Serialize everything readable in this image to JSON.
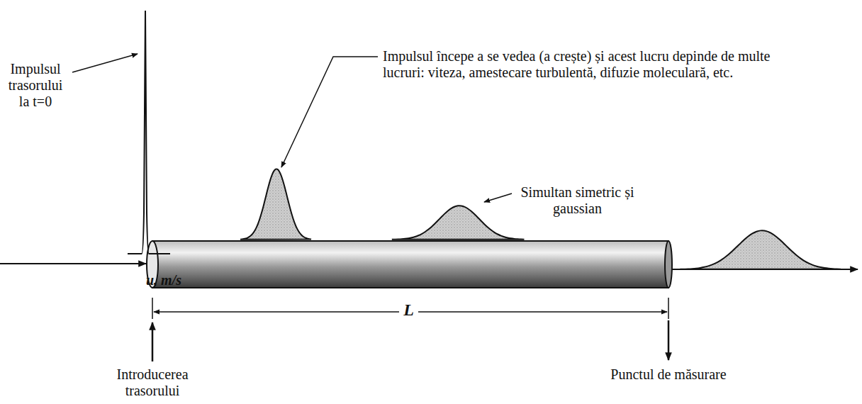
{
  "diagram": {
    "labels": [
      "Impulsul trasorului la t=0",
      "Impulsul începe a se vedea (a crește) și acest lucru depinde de multe lucruri: viteza, amestecare turbulentă, difuzie moleculară, etc.",
      "Simultan simetric și gaussian",
      "u, m/s",
      "L",
      "Introducerea trasorului",
      "Punctul de măsurare"
    ]
  }
}
